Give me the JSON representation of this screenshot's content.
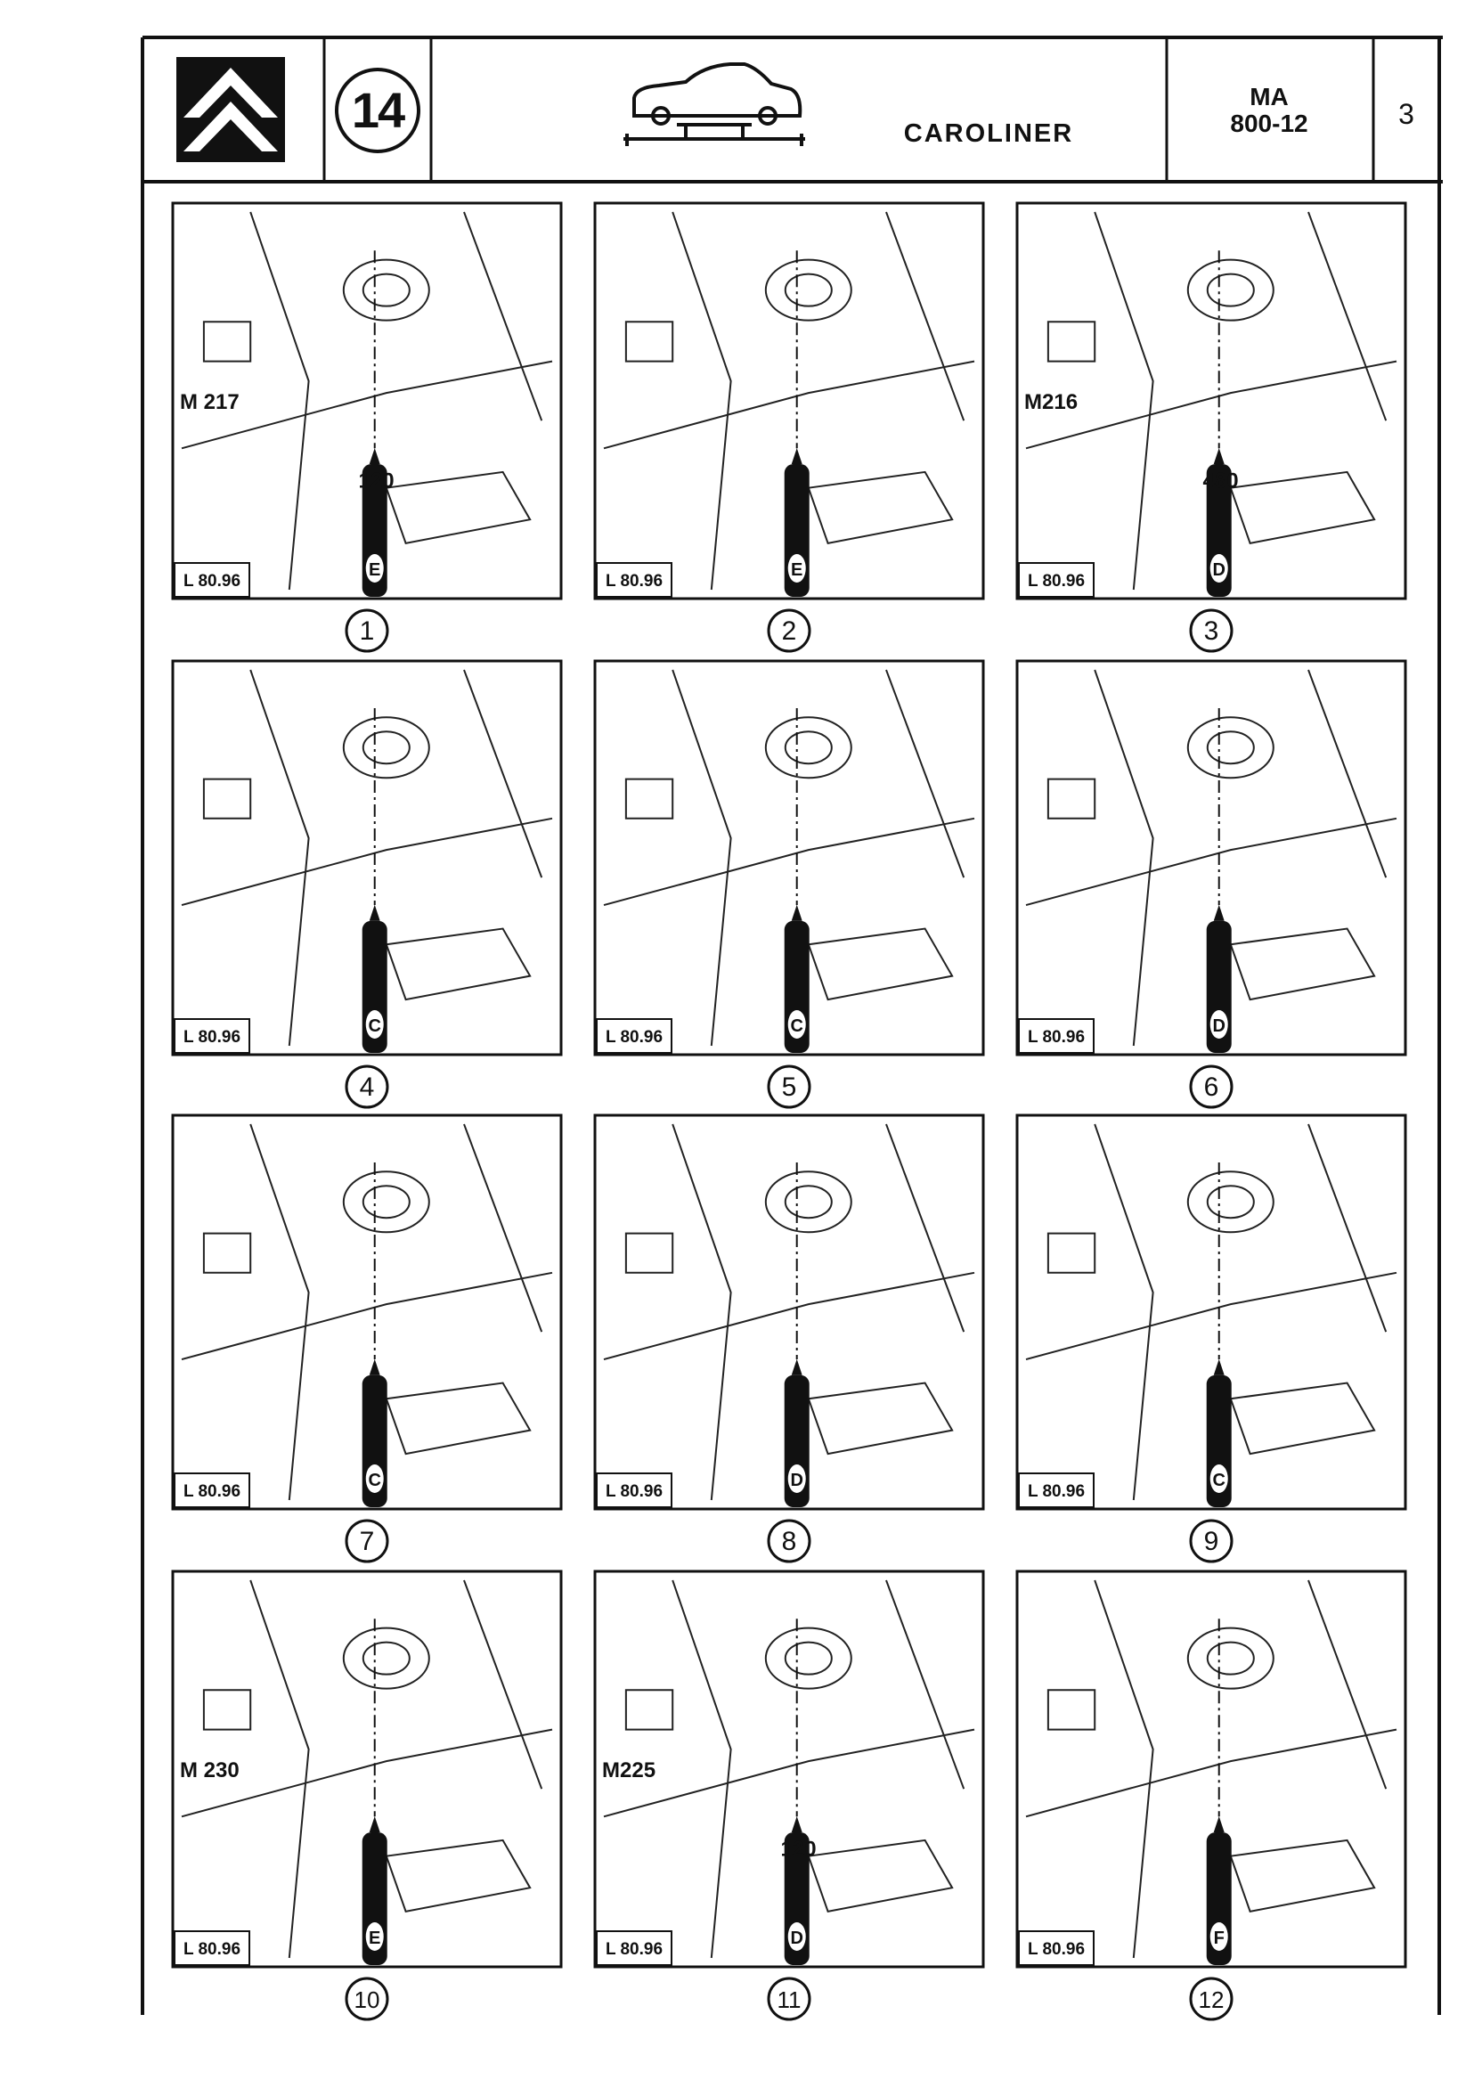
{
  "header": {
    "chapter": "14",
    "title": "CAROLINER",
    "doc_ref_line1": "MA",
    "doc_ref_line2": "800-12",
    "page_number": "3"
  },
  "panels": [
    {
      "step": "1",
      "ref": "L 80.96",
      "tool": "E",
      "callouts": [
        "M 217",
        "120"
      ]
    },
    {
      "step": "2",
      "ref": "L 80.96",
      "tool": "E",
      "callouts": []
    },
    {
      "step": "3",
      "ref": "L 80.96",
      "tool": "D",
      "callouts": [
        "M216",
        "480"
      ]
    },
    {
      "step": "4",
      "ref": "L 80.96",
      "tool": "C",
      "callouts": []
    },
    {
      "step": "5",
      "ref": "L 80.96",
      "tool": "C",
      "callouts": []
    },
    {
      "step": "6",
      "ref": "L 80.96",
      "tool": "D",
      "callouts": []
    },
    {
      "step": "7",
      "ref": "L 80.96",
      "tool": "C",
      "callouts": []
    },
    {
      "step": "8",
      "ref": "L 80.96",
      "tool": "D",
      "callouts": []
    },
    {
      "step": "9",
      "ref": "L 80.96",
      "tool": "C",
      "callouts": []
    },
    {
      "step": "10",
      "ref": "L 80.96",
      "tool": "E",
      "callouts": [
        "M 230"
      ]
    },
    {
      "step": "11",
      "ref": "L 80.96",
      "tool": "D",
      "callouts": [
        "M225",
        "120"
      ]
    },
    {
      "step": "12",
      "ref": "L 80.96",
      "tool": "F",
      "callouts": []
    }
  ]
}
